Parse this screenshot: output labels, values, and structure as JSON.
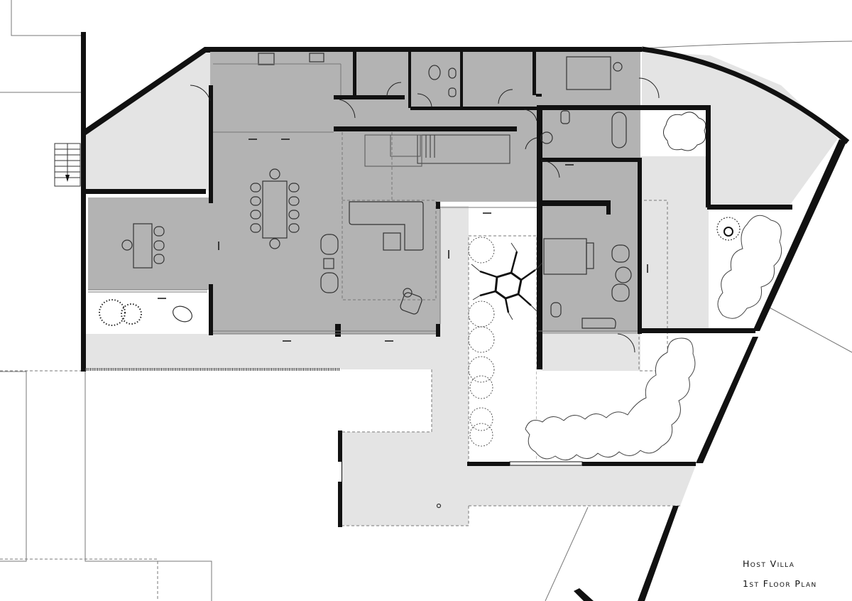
{
  "title_block": {
    "project": "Host Villa",
    "drawing": "1st Floor Plan"
  },
  "colors": {
    "wall": "#111111",
    "interior_floor": "#b3b3b3",
    "terrace": "#e4e4e4",
    "garden": "#ffffff",
    "linework": "#777777"
  },
  "plan": {
    "zones": [
      {
        "id": "kitchen",
        "type": "interior"
      },
      {
        "id": "dining",
        "type": "interior"
      },
      {
        "id": "living",
        "type": "interior"
      },
      {
        "id": "office",
        "type": "interior"
      },
      {
        "id": "storage",
        "type": "interior"
      },
      {
        "id": "wc",
        "type": "interior"
      },
      {
        "id": "laundry",
        "type": "interior"
      },
      {
        "id": "guest-room",
        "type": "interior"
      },
      {
        "id": "bathroom",
        "type": "interior"
      },
      {
        "id": "bedroom",
        "type": "interior"
      },
      {
        "id": "stair",
        "type": "interior"
      },
      {
        "id": "north-west-terrace",
        "type": "terrace"
      },
      {
        "id": "north-east-terrace",
        "type": "terrace"
      },
      {
        "id": "south-terrace",
        "type": "terrace"
      },
      {
        "id": "courtyard-garden",
        "type": "garden"
      },
      {
        "id": "east-garden",
        "type": "garden"
      },
      {
        "id": "south-east-garden",
        "type": "garden"
      },
      {
        "id": "office-planter",
        "type": "garden"
      },
      {
        "id": "bathroom-planter",
        "type": "garden"
      }
    ]
  }
}
